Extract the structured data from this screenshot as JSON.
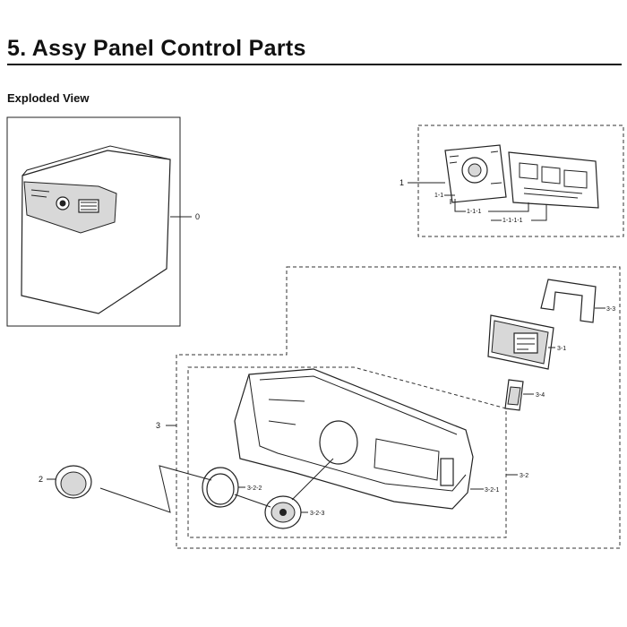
{
  "header": {
    "title": "5.  Assy Panel Control Parts",
    "subtitle": "Exploded View"
  },
  "callouts": {
    "c0": "0",
    "c1": "1",
    "c1_1": "1-1",
    "c1_1_1": "1-1-1",
    "c1_1_1_1": "1-1-1-1",
    "c2": "2",
    "c3": "3",
    "c3_1": "3-1",
    "c3_2": "3-2",
    "c3_2_1": "3-2-1",
    "c3_2_2": "3-2-2",
    "c3_2_3": "3-2-3",
    "c3_3": "3-3",
    "c3_4": "3-4"
  }
}
